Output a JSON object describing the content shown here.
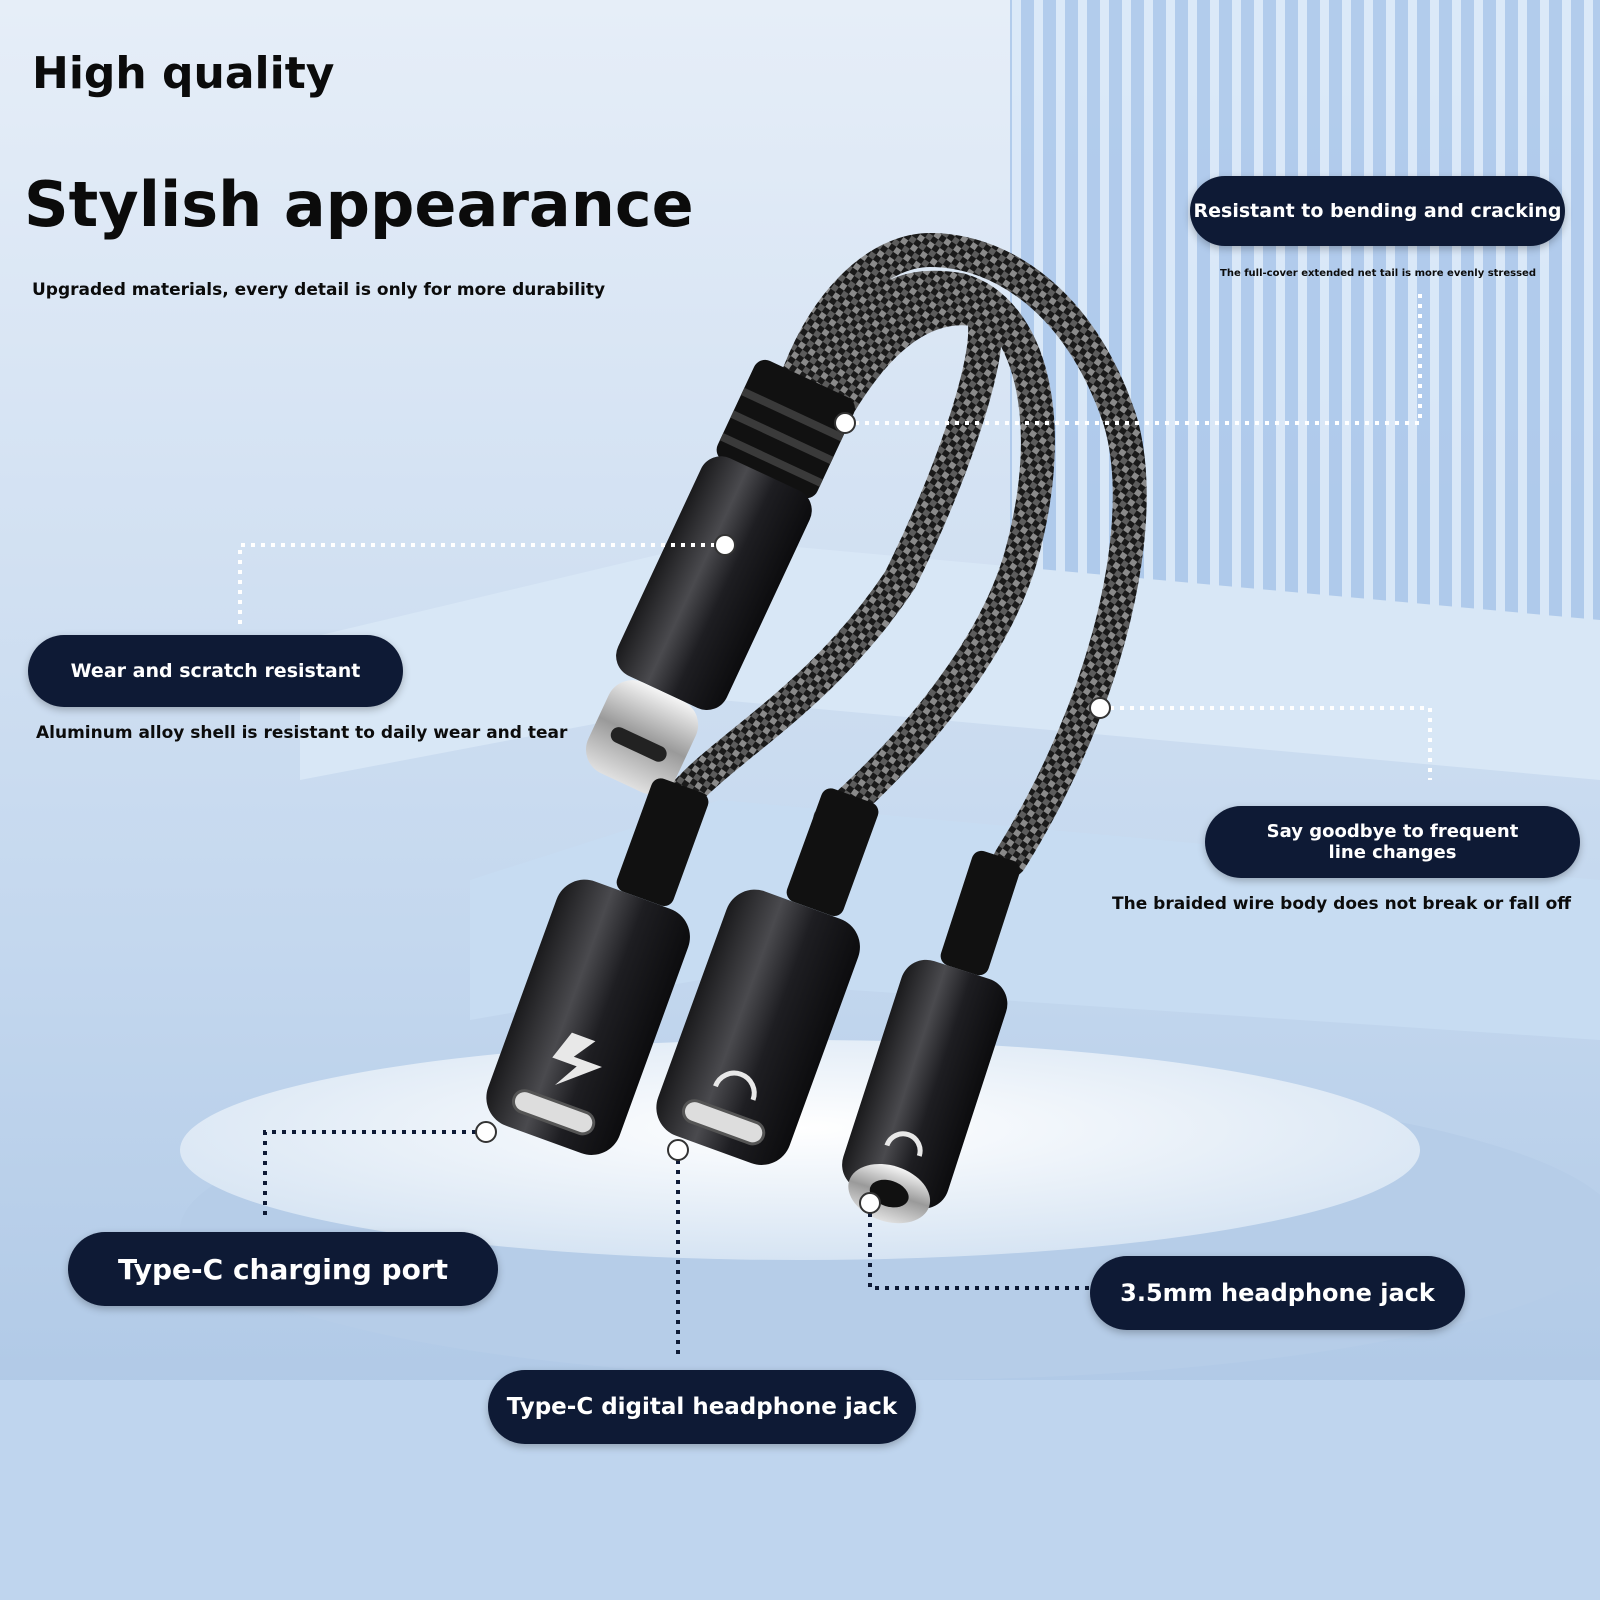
{
  "headline": {
    "line1": "High quality",
    "line2": "Stylish appearance",
    "subtitle": "Upgraded materials, every detail is only for more durability"
  },
  "callouts": [
    {
      "label": "Resistant to bending and cracking",
      "desc": "The full-cover extended net tail is more evenly stressed"
    },
    {
      "label": "Wear and scratch resistant",
      "desc": "Aluminum alloy shell is resistant to daily wear and tear"
    },
    {
      "label": "Say goodbye to frequent line changes",
      "desc": "The braided wire body does not break or fall off"
    },
    {
      "label": "Type-C charging port",
      "desc": ""
    },
    {
      "label": "3.5mm headphone jack",
      "desc": ""
    },
    {
      "label": "Type-C digital headphone jack",
      "desc": ""
    }
  ],
  "product": {
    "icons": [
      "lightning-icon",
      "headphone-icon",
      "headphone-icon"
    ]
  },
  "colors": {
    "pill_bg": "#0e1a35",
    "pill_text": "#ffffff",
    "background": "#cfe0f2"
  }
}
